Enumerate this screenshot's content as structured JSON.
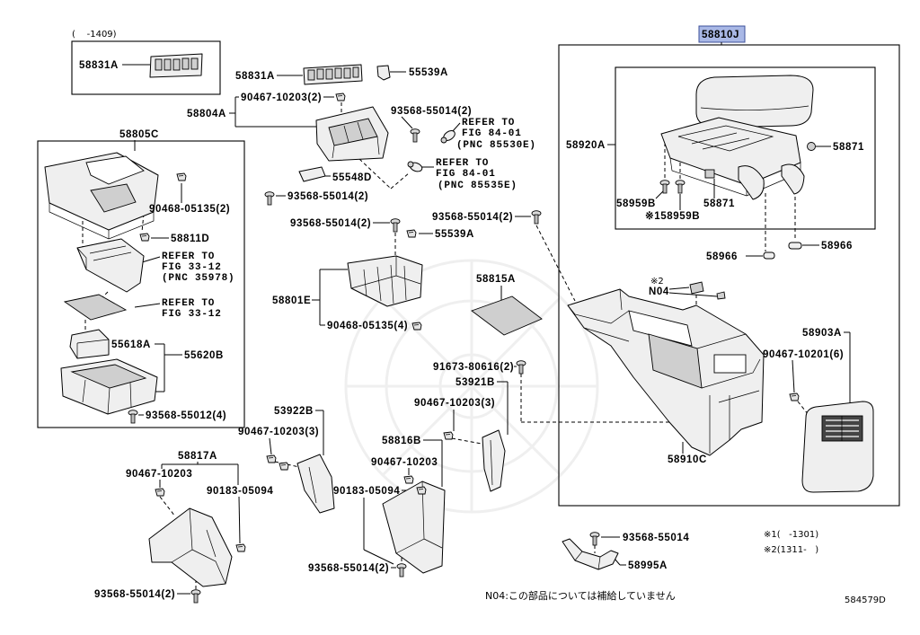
{
  "colors": {
    "highlight": "#a9b8e6",
    "highlight_border": "#3c4f9a",
    "line": "#000000",
    "part_fill": "#efefef",
    "watermark": "#ececec"
  },
  "labels": {
    "inset_range": "(    -1409)",
    "inset_part": "58831A",
    "upper_58831A": "58831A",
    "upper_55539A": "55539A",
    "upper_90467": "90467-10203(2)",
    "upper_58804A": "58804A",
    "upper_93568": "93568-55014(2)",
    "refer_a": [
      "REFER TO",
      "FIG 84-01",
      "(PNC 85530E)"
    ],
    "upper_55548D": "55548D",
    "refer_b": [
      "REFER TO",
      "FIG 84-01",
      "(PNC 85535E)"
    ],
    "upper_93568_b": "93568-55014(2)",
    "box_58805C": "58805C",
    "box_90468": "90468-05135(2)",
    "box_58811D": "58811D",
    "refer_c": [
      "REFER TO",
      "FIG 33-12",
      "(PNC 35978)"
    ],
    "refer_d": [
      "REFER TO",
      "FIG 33-12"
    ],
    "box_55618A": "55618A",
    "box_55620B": "55620B",
    "box_93568": "93568-55012(4)",
    "mid_93568_a": "93568-55014(2)",
    "mid_55539A": "55539A",
    "mid_93568_b": "93568-55014(2)",
    "mid_58815A": "58815A",
    "mid_58801E": "58801E",
    "mid_90468": "90468-05135(4)",
    "mid_91673": "91673-80616(2)",
    "mid_53921B": "53921B",
    "mid_90467_a": "90467-10203(3)",
    "mid_53922B": "53922B",
    "mid_90467_b": "90467-10203(3)",
    "mid_58816B": "58816B",
    "mid_90467_c": "90467-10203",
    "mid_90183": "90183-05094",
    "mid_93568_c": "93568-55014(2)",
    "low_58817A": "58817A",
    "low_90467": "90467-10203",
    "low_90183": "90183-05094",
    "low_93568": "93568-55014(2)",
    "rbox_58810J": "58810J",
    "rbox_58920A": "58920A",
    "rbox_58871_a": "58871",
    "rbox_58959B": "58959B",
    "rbox_58871_b": "58871",
    "rbox_158959B": "※158959B",
    "rbox_58966_a": "58966",
    "rbox_58966_b": "58966",
    "rbox_mark2": "※2",
    "rbox_N04": "N04",
    "rbox_58903A": "58903A",
    "rbox_90467": "90467-10201(6)",
    "rbox_58910C": "58910C",
    "bot_93568": "93568-55014",
    "bot_58995A": "58995A",
    "footnote_1": "※1(   -1301)",
    "footnote_2": "※2(1311-   )",
    "note_N04": "N04:この部品については補給していません",
    "drawing_code": "584579D"
  }
}
